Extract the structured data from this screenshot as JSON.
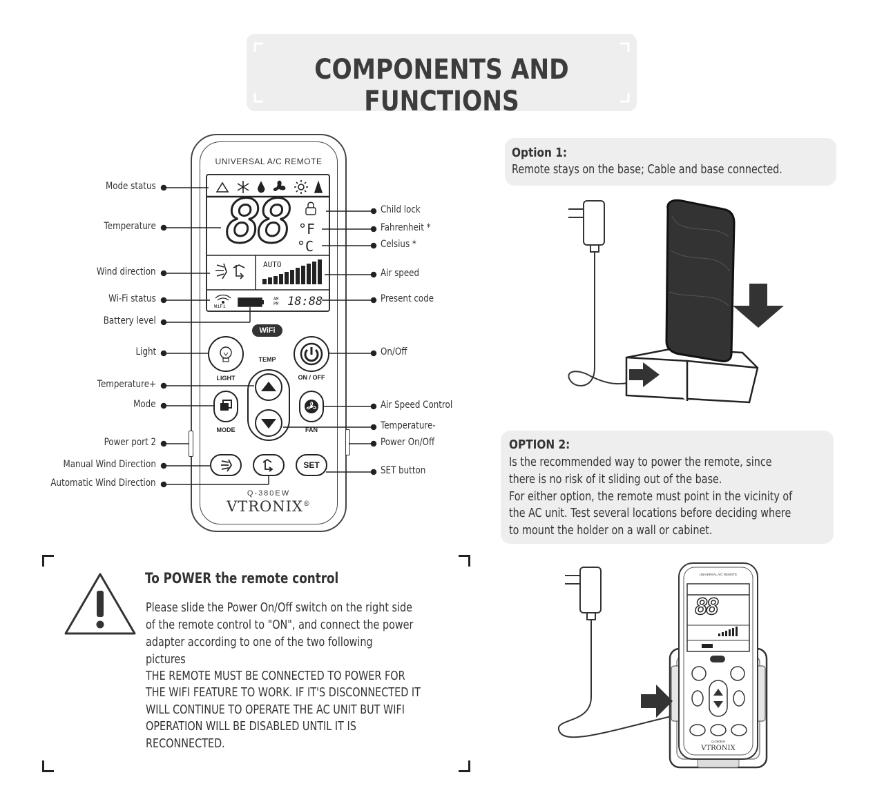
{
  "page_title": "COMPONENTS AND FUNCTIONS",
  "remote": {
    "header": "UNIVERSAL A/C REMOTE",
    "lcd_digits": "88",
    "unit_f": "°F",
    "unit_c": "°C",
    "auto": "AUTO",
    "clock": "18:88",
    "clock_ampm": "AM PM",
    "wifi_small": "WiFi",
    "wifi_badge": "WiFi",
    "temp_label": "TEMP",
    "light_label": "LIGHT",
    "onoff_label": "ON / OFF",
    "mode_label": "MODE",
    "fan_label": "FAN",
    "set_label": "SET",
    "model": "Q-380EW",
    "brand": "VTRONIX",
    "brand_mark": "®",
    "mode_icons": [
      "auto-icon",
      "snowflake-icon",
      "drop-icon",
      "fan-icon",
      "sun-icon",
      "water-icon"
    ]
  },
  "labels_left": {
    "mode_status": "Mode status",
    "temperature": "Temperature",
    "wind_direction": "Wind direction",
    "wifi_status": "Wi-Fi status",
    "battery_level": "Battery level",
    "light": "Light",
    "temperature_plus": "Temperature+",
    "mode": "Mode",
    "power_port_2": "Power port 2",
    "manual_wind": "Manual Wind Direction",
    "auto_wind": "Automatic Wind Direction"
  },
  "labels_right": {
    "child_lock": "Child lock",
    "fahrenheit": "Fahrenheit *",
    "celsius": "Celsius *",
    "air_speed": "Air speed",
    "present_code": "Present code",
    "on_off": "On/Off",
    "air_speed_control": "Air Speed Control",
    "temperature_minus": "Temperature-",
    "power_on_off": "Power On/Off",
    "set_button": "SET button"
  },
  "option1": {
    "title": "Option 1:",
    "text": "Remote stays on the base; Cable and base connected."
  },
  "option2": {
    "title": "OPTION 2:",
    "lines": [
      "Is the recommended way to power the remote, since",
      "there is no risk of it sliding out of the base.",
      "For either option, the remote must point in the vicinity of",
      "the AC unit. Test several locations before deciding where",
      "to mount the holder on a wall or cabinet."
    ]
  },
  "warning": {
    "title": "To POWER the remote control",
    "lines": [
      "Please slide the Power On/Off switch on the right side",
      "of the remote control to \"ON\", and connect the power",
      "adapter according to one of the two following",
      "pictures",
      "THE REMOTE MUST BE CONNECTED TO POWER FOR",
      "THE WIFI FEATURE TO WORK. IF IT'S DISCONNECTED IT",
      "WILL CONTINUE TO OPERATE THE AC UNIT BUT WIFI",
      "OPERATION WILL BE DISABLED UNTIL IT IS",
      "RECONNECTED."
    ]
  },
  "small_remote": {
    "header": "UNIVERSAL A/C REMOTE",
    "digits": "88",
    "brand": "VTRONIX",
    "model": "Q-380EW"
  }
}
